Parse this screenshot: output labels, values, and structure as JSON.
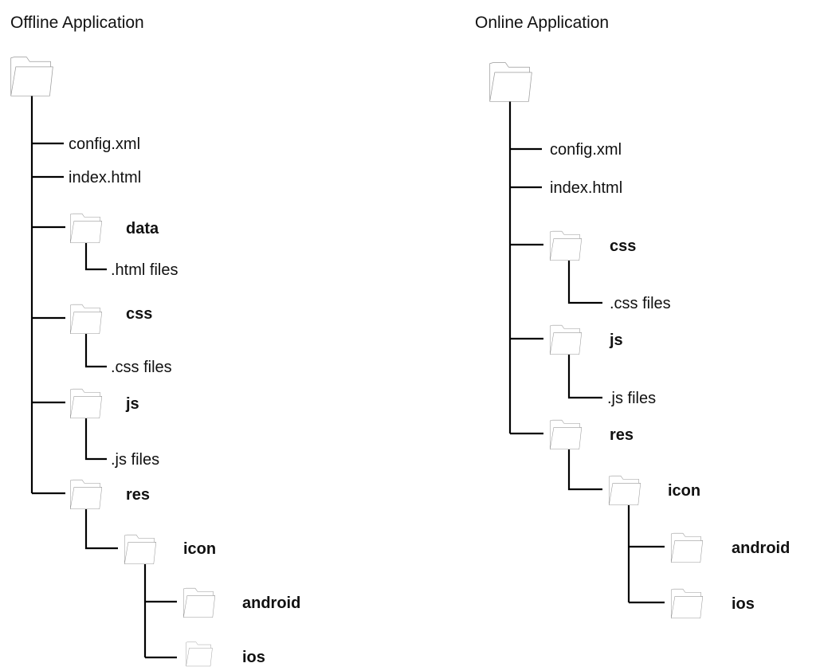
{
  "diagram": {
    "offline": {
      "title": "Offline Application",
      "items": {
        "config": "config.xml",
        "index": "index.html",
        "data": "data",
        "data_files": ".html files",
        "css": "css",
        "css_files": ".css files",
        "js": "js",
        "js_files": ".js files",
        "res": "res",
        "icon": "icon",
        "android": "android",
        "ios": "ios"
      }
    },
    "online": {
      "title": "Online Application",
      "items": {
        "config": "config.xml",
        "index": "index.html",
        "css": "css",
        "css_files": ".css files",
        "js": "js",
        "js_files": ".js files",
        "res": "res",
        "icon": "icon",
        "android": "android",
        "ios": "ios"
      }
    },
    "colors": {
      "line": "#000000",
      "folder_stroke": "#9a9a9a",
      "text": "#111111"
    },
    "icons": {
      "folder": "folder-icon"
    }
  }
}
